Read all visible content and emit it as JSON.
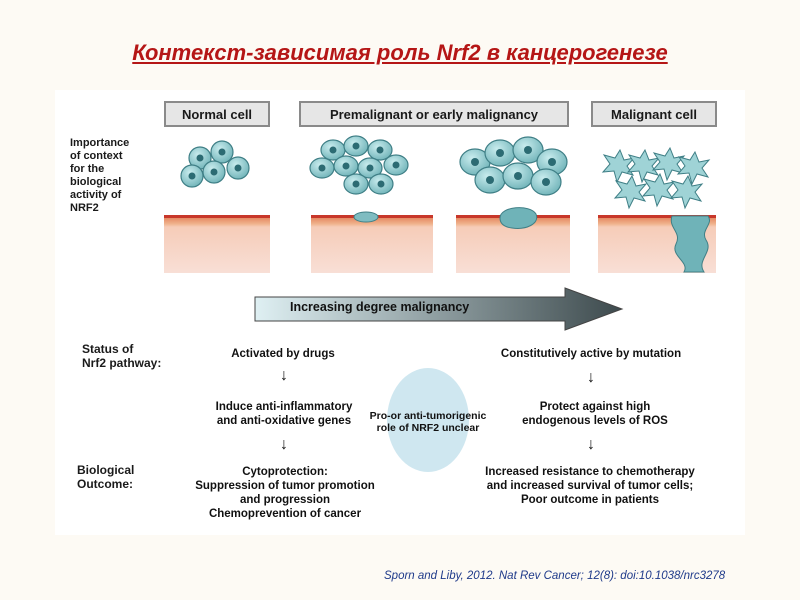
{
  "title": "Контекст-зависимая роль Nrf2 в канцерогенезе",
  "headers": {
    "normal": "Normal cell",
    "premalignant": "Premalignant or early malignancy",
    "malignant": "Malignant cell"
  },
  "importance_label": [
    "Importance",
    "of context",
    "for the",
    "biological",
    "activity of",
    "NRF2"
  ],
  "arrow_label": "Increasing degree malignancy",
  "status_label": [
    "Status of",
    "Nrf2 pathway:"
  ],
  "outcome_label": [
    "Biological",
    "Outcome:"
  ],
  "left_column": {
    "status": "Activated by drugs",
    "effect": [
      "Induce anti-inflammatory",
      "and anti-oxidative genes"
    ],
    "outcome": [
      "Cytoprotection:",
      "Suppression of tumor promotion",
      "and progression",
      "Chemoprevention of cancer"
    ]
  },
  "right_column": {
    "status": "Constitutively active by mutation",
    "effect": [
      "Protect against high",
      "endogenous levels of ROS"
    ],
    "outcome": [
      "Increased resistance to chemotherapy",
      "and increased survival of tumor cells;",
      "Poor outcome in patients"
    ]
  },
  "center_note": [
    "Pro-or anti-tumorigenic",
    "role of NRF2 unclear"
  ],
  "citation": "Sporn and Liby, 2012. Nat Rev Cancer; 12(8): doi:10.1038/nrc3278",
  "colors": {
    "title": "#b51616",
    "cell_fill": "#8ec9cc",
    "cell_stroke": "#3f7f86",
    "ellipse": "#cfe7f0",
    "arrow_start": "#dff0f3",
    "arrow_end": "#3d4a4d"
  }
}
